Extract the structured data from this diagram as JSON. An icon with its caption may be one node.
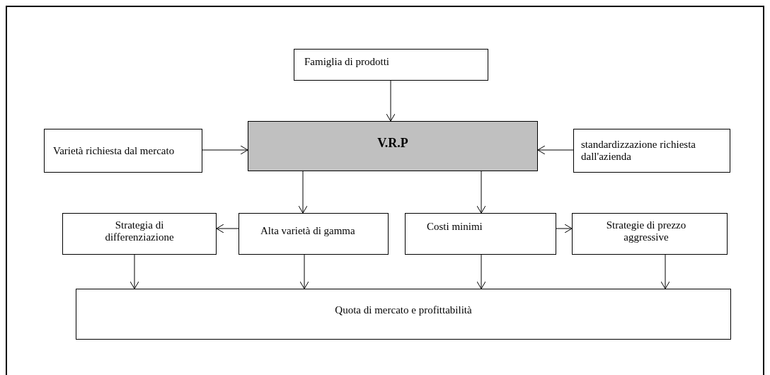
{
  "diagram": {
    "nodes": [
      {
        "text": [
          "Famiglia di prodotti"
        ]
      },
      {
        "text": [
          "Varietà richiesta dal mercato"
        ]
      },
      {
        "text": [
          "V.R.P"
        ]
      },
      {
        "text": [
          "standardizzazione richiesta dall'azienda"
        ]
      },
      {
        "text": [
          "Strategia di differenziazione"
        ]
      },
      {
        "text": [
          "Alta varietà di gamma"
        ]
      },
      {
        "text": [
          "Costi minimi"
        ]
      },
      {
        "text": [
          "Strategie di prezzo aggressive"
        ]
      },
      {
        "text": [
          "Quota di mercato e profittabilità"
        ]
      }
    ],
    "edges": [
      {
        "from": 0,
        "to": 2,
        "arrow": "to"
      },
      {
        "from": 1,
        "to": 2,
        "arrow": "to"
      },
      {
        "from": 3,
        "to": 2,
        "arrow": "to"
      },
      {
        "from": 2,
        "to": 5,
        "arrow": "to"
      },
      {
        "from": 2,
        "to": 6,
        "arrow": "to"
      },
      {
        "from": 5,
        "to": 4,
        "arrow": "to"
      },
      {
        "from": 6,
        "to": 7,
        "arrow": "to"
      },
      {
        "from": 4,
        "to": 8,
        "arrow": "to"
      },
      {
        "from": 5,
        "to": 8,
        "arrow": "to"
      },
      {
        "from": 6,
        "to": 8,
        "arrow": "to"
      },
      {
        "from": 7,
        "to": 8,
        "arrow": "to"
      }
    ]
  }
}
